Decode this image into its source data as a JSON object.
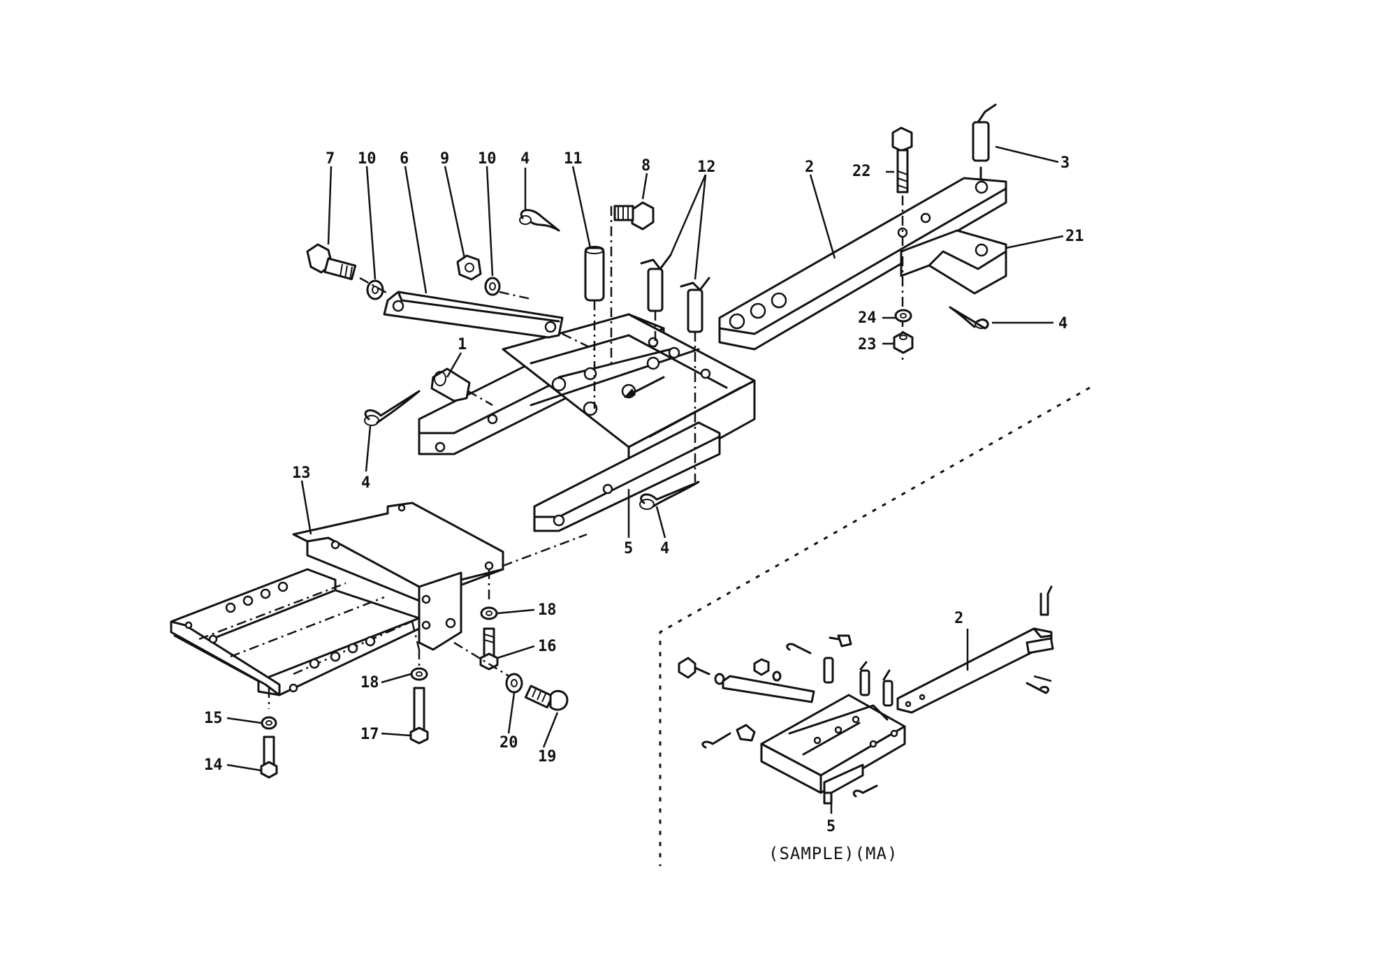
{
  "diagram": {
    "callouts": {
      "c1": "1",
      "c2": "2",
      "c3": "3",
      "c4a": "4",
      "c4b": "4",
      "c4c": "4",
      "c4d": "4",
      "c5": "5",
      "c6": "6",
      "c7": "7",
      "c8": "8",
      "c9": "9",
      "c10a": "10",
      "c10b": "10",
      "c11": "11",
      "c12": "12",
      "c13": "13",
      "c14": "14",
      "c15": "15",
      "c16": "16",
      "c17": "17",
      "c18a": "18",
      "c18b": "18",
      "c19": "19",
      "c20": "20",
      "c21": "21",
      "c22": "22",
      "c23": "23",
      "c24": "24"
    },
    "inset": {
      "callout_2": "2",
      "callout_5": "5",
      "caption": "(SAMPLE)(MA)"
    }
  }
}
